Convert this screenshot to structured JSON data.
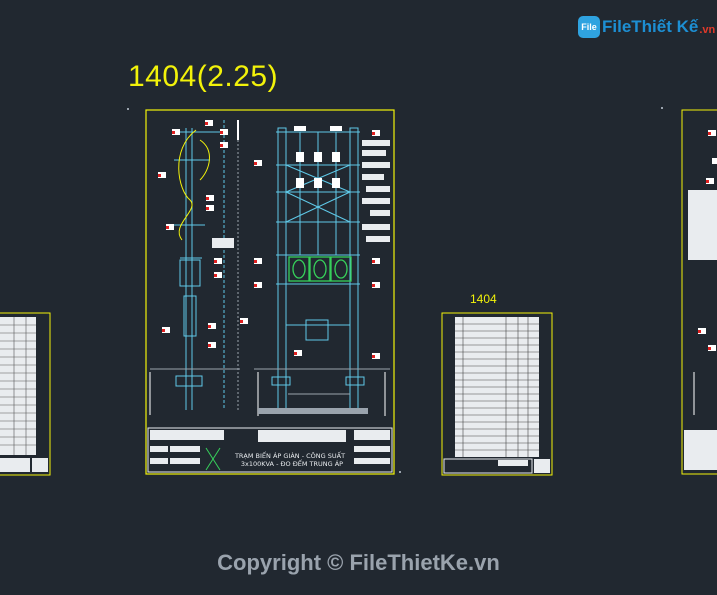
{
  "drawing": {
    "main_title": "1404(2.25)",
    "side_title": "1404",
    "caption_line1": "TRẠM BIẾN ÁP GIÀN - CÔNG SUẤT",
    "caption_line2": "3x100KVA - ĐO ĐẾM TRUNG ÁP"
  },
  "watermark": {
    "logo_box": "File",
    "logo_main": "FileThiết Kế",
    "logo_suffix": ".vn",
    "copyright": "Copyright © FileThietKe.vn"
  },
  "colors": {
    "background": "#212830",
    "frame": "#f2f20a",
    "structure": "#5fc9e8",
    "transformer": "#36d05a"
  }
}
